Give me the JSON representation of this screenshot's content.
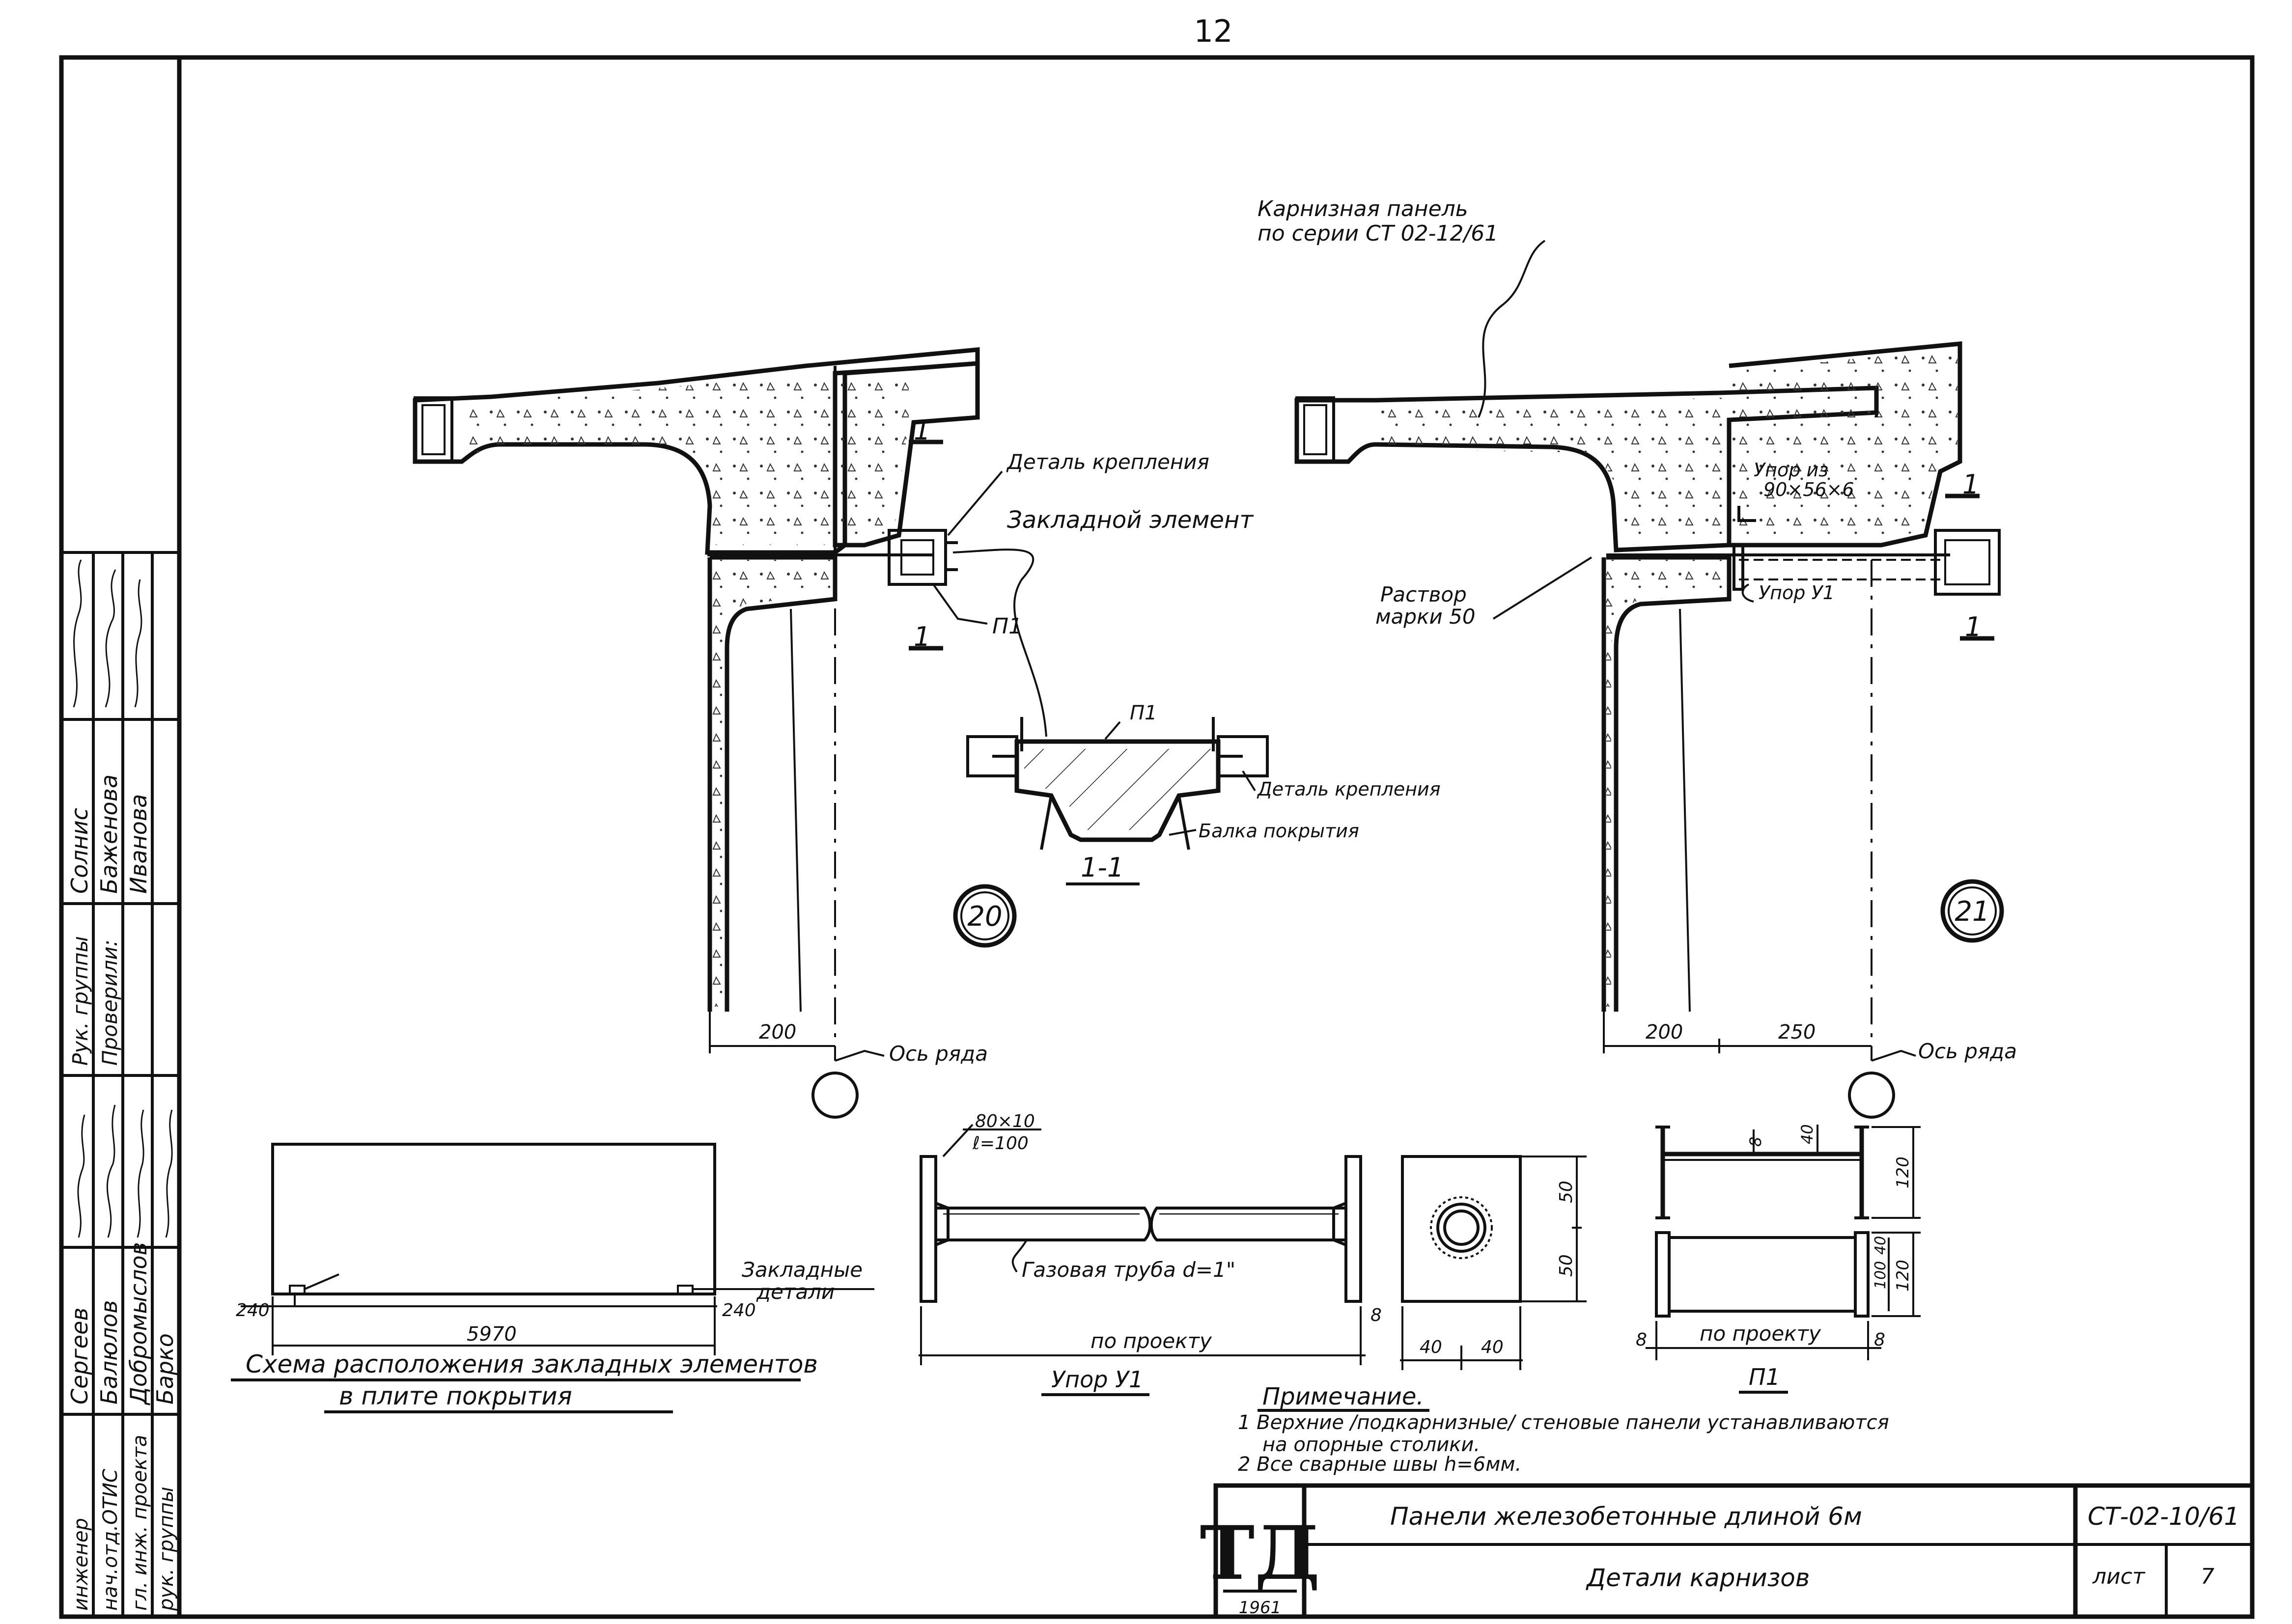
{
  "page_number": "12",
  "stamp": {
    "logo": "ТД",
    "year": "1961",
    "title": "Панели железобетонные длиной 6м",
    "subtitle": "Детали карнизов",
    "code": "СТ-02-10/61",
    "sheet_label": "лист",
    "sheet_number": "7"
  },
  "side_block": {
    "role_titles": [
      "инженер",
      "нач.отд.ОТИС",
      "гл. инж. проекта",
      "рук. группы"
    ],
    "roles_top": [
      "Рук. группы",
      "Проверили:"
    ],
    "names_bottom": [
      "Сергеев",
      "Балюлов",
      "Добромыслов",
      "Барко"
    ],
    "names_top": [
      "Солнис",
      "Баженова",
      "Иванова"
    ]
  },
  "detail_20": {
    "number": "20",
    "label_fastening": "Деталь крепления",
    "label_embedded": "Закладной элемент",
    "label_p1": "П1",
    "section_mark": "1",
    "dim_200": "200",
    "axis_label": "Ось ряда"
  },
  "section_1_1": {
    "title": "1-1",
    "label_p1": "П1",
    "label_fastening": "Деталь крепления",
    "label_beam": "Балка покрытия"
  },
  "detail_21": {
    "number": "21",
    "panel_note_line1": "Карнизная панель",
    "panel_note_line2": "по серии СТ 02-12/61",
    "stop_note_line1": "Упор из",
    "stop_note_line2": "90×56×6",
    "mortar_line1": "Раствор",
    "mortar_line2": "марки 50",
    "stop_u1": "Упор У1",
    "section_mark": "1",
    "dim_200": "200",
    "dim_250": "250",
    "axis_label": "Ось ряда"
  },
  "scheme": {
    "dim_left": "240",
    "dim_right": "240",
    "dim_length": "5970",
    "embedded_label_line1": "Закладные",
    "embedded_label_line2": "детали",
    "title_line1": "Схема расположения закладных элементов",
    "title_line2": "в плите покрытия"
  },
  "stop_u1": {
    "plate_line1": "80×10",
    "plate_line2": "ℓ=100",
    "pipe_label": "Газовая труба d=1\"",
    "dim_length": "по проекту",
    "dim_end": "8",
    "dim_half_1": "50",
    "dim_half_2": "50",
    "dim_w1": "40",
    "dim_w2": "40",
    "title": "Упор У1"
  },
  "part_p1": {
    "dim_8a": "8",
    "dim_40": "40",
    "dim_120a": "120",
    "dim_40b": "40",
    "dim_100": "100",
    "dim_120b": "120",
    "dim_length": "по проекту",
    "dim_8b": "8",
    "dim_8c": "8",
    "title": "П1"
  },
  "notes": {
    "heading": "Примечание.",
    "line1": "1 Верхние /подкарнизные/ стеновые панели устанавливаются",
    "line2": "на опорные столики.",
    "line3": "2 Все сварные швы h=6мм."
  }
}
